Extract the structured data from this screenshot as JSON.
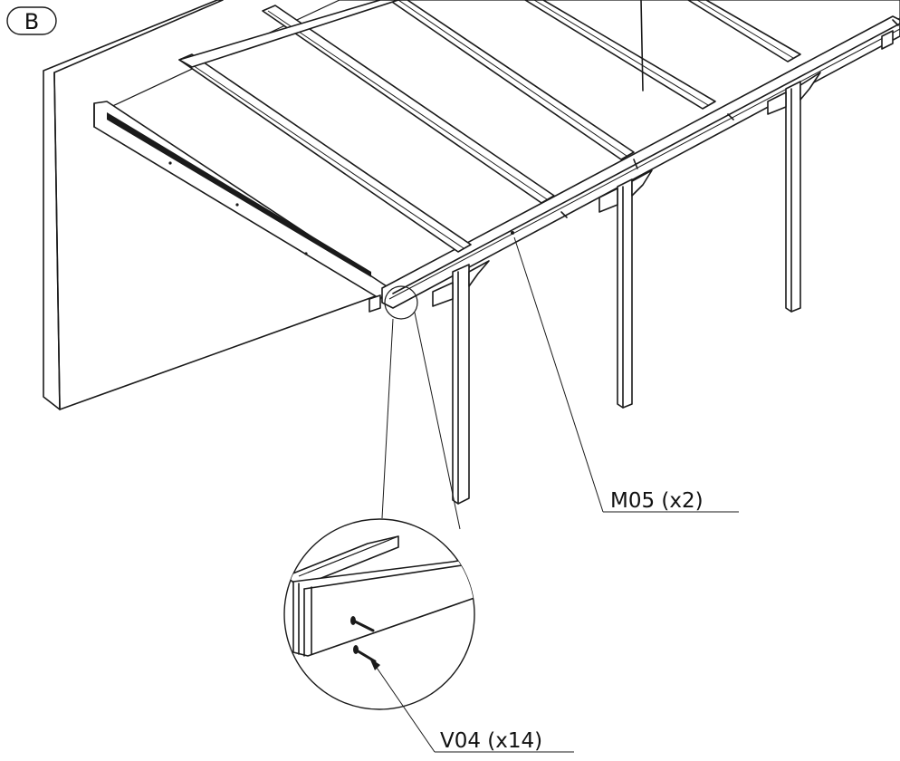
{
  "step_badge": {
    "letter": "B"
  },
  "callouts": [
    {
      "id": "m05",
      "label": "M05 (x2)"
    },
    {
      "id": "v04",
      "label": "V04 (x14)"
    }
  ],
  "colors": {
    "line": "#1a1a1a",
    "background": "#ffffff"
  }
}
